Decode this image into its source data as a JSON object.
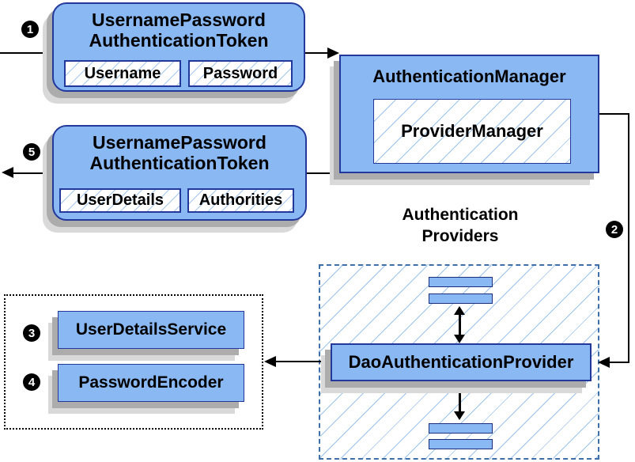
{
  "steps": {
    "s1": "1",
    "s2": "2",
    "s3": "3",
    "s4": "4",
    "s5": "5"
  },
  "request_token": {
    "title1": "UsernamePassword",
    "title2": "AuthenticationToken",
    "fields": [
      "Username",
      "Password"
    ]
  },
  "authentication_manager": {
    "title": "AuthenticationManager",
    "provider": "ProviderManager"
  },
  "response_token": {
    "title1": "UsernamePassword",
    "title2": "AuthenticationToken",
    "fields": [
      "UserDetails",
      "Authorities"
    ]
  },
  "authentication_providers": {
    "heading1": "Authentication",
    "heading2": "Providers",
    "dao": "DaoAuthenticationProvider"
  },
  "collaborators": {
    "user_details_service": "UserDetailsService",
    "password_encoder": "PasswordEncoder"
  },
  "colors": {
    "box_fill": "#89B8F3",
    "box_border": "#23389B",
    "hatch_line": "#A6C8F0",
    "dashed_border": "#3F6FA8",
    "shadow": "#ACACAC",
    "arrow": "#000000",
    "badge_bg": "#000000",
    "badge_text": "#FFFFFF"
  }
}
